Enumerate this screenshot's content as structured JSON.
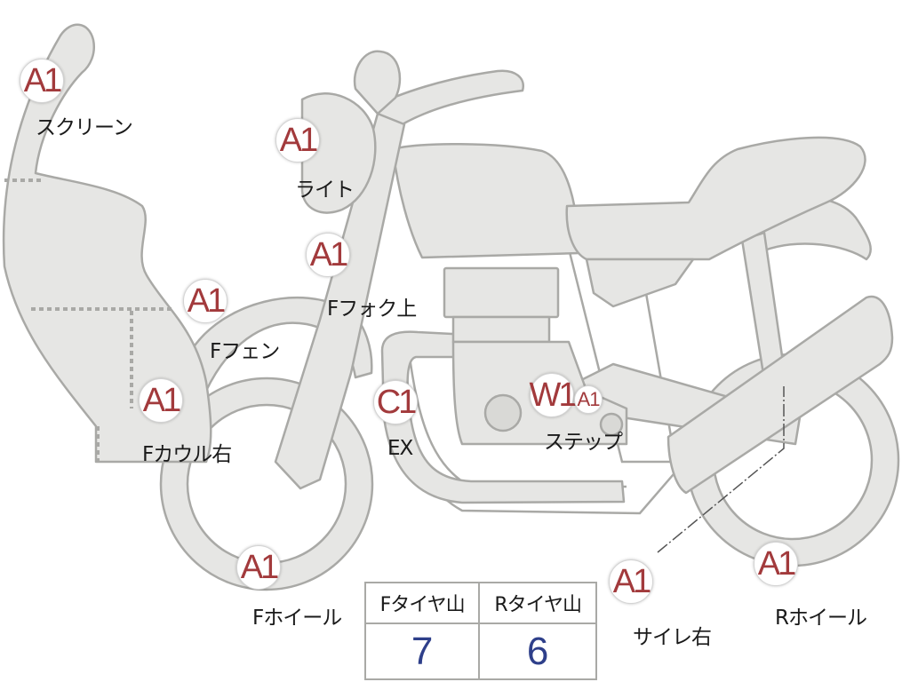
{
  "markers": [
    {
      "id": "screen",
      "code": "A1",
      "label": "スクリーン"
    },
    {
      "id": "light",
      "code": "A1",
      "label": "ライト"
    },
    {
      "id": "fork-upper",
      "code": "A1",
      "label": "Fフォク上"
    },
    {
      "id": "front-fender",
      "code": "A1",
      "label": "Fフェン"
    },
    {
      "id": "front-cowl-right",
      "code": "A1",
      "label": "Fカウル右"
    },
    {
      "id": "exhaust",
      "code": "C1",
      "label": "EX"
    },
    {
      "id": "step",
      "code": "W1",
      "code2": "A1",
      "label": "ステップ"
    },
    {
      "id": "front-wheel",
      "code": "A1",
      "label": "Fホイール"
    },
    {
      "id": "muffler-right",
      "code": "A1",
      "label": "サイレ右"
    },
    {
      "id": "rear-wheel",
      "code": "A1",
      "label": "Rホイール"
    }
  ],
  "tread_table": {
    "headers": [
      "Fタイヤ山",
      "Rタイヤ山"
    ],
    "values": [
      "7",
      "6"
    ]
  },
  "colors": {
    "part_fill": "#e6e6e4",
    "part_outline": "#a9a9a6",
    "marker_text": "#a23a3c",
    "table_value": "#2e3f8a"
  }
}
